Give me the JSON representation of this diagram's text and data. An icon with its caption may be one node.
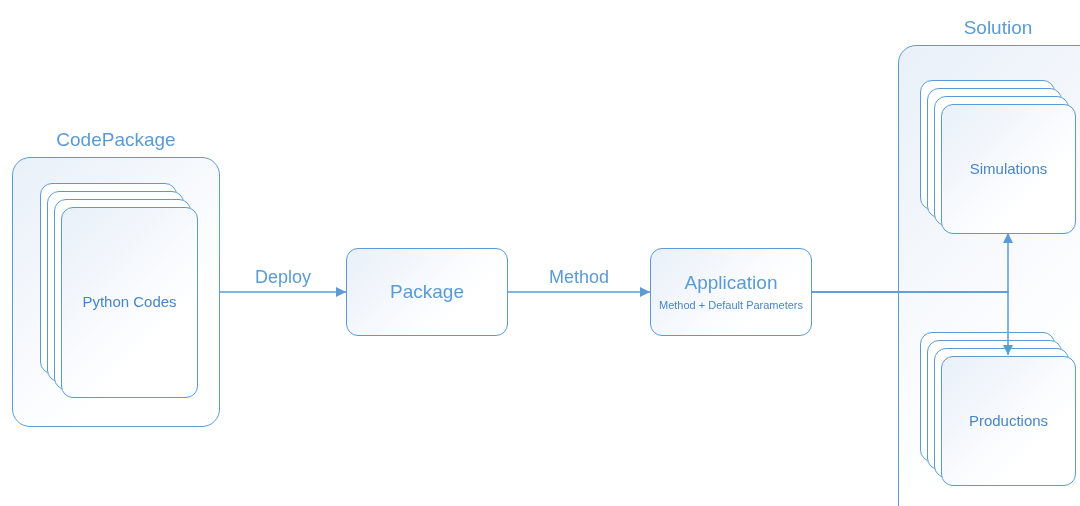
{
  "diagram": {
    "nodes": [
      {
        "text": [
          "CodePackage"
        ]
      },
      {
        "text": [
          "Python Codes"
        ],
        "in": 0
      },
      {
        "text": [
          "Package"
        ]
      },
      {
        "text": [
          "Application",
          "Method + Default Parameters"
        ]
      },
      {
        "text": [
          "Solution"
        ]
      },
      {
        "text": [
          "Simulations"
        ],
        "in": 4
      },
      {
        "text": [
          "Productions"
        ],
        "in": 4
      }
    ],
    "edges": [
      {
        "from": 0,
        "to": 2,
        "arrow": "to",
        "label": "Deploy"
      },
      {
        "from": 2,
        "to": 3,
        "arrow": "to",
        "label": "Method"
      },
      {
        "from": 3,
        "to": 5,
        "arrow": "to"
      },
      {
        "from": 3,
        "to": 6,
        "arrow": "to"
      }
    ]
  }
}
